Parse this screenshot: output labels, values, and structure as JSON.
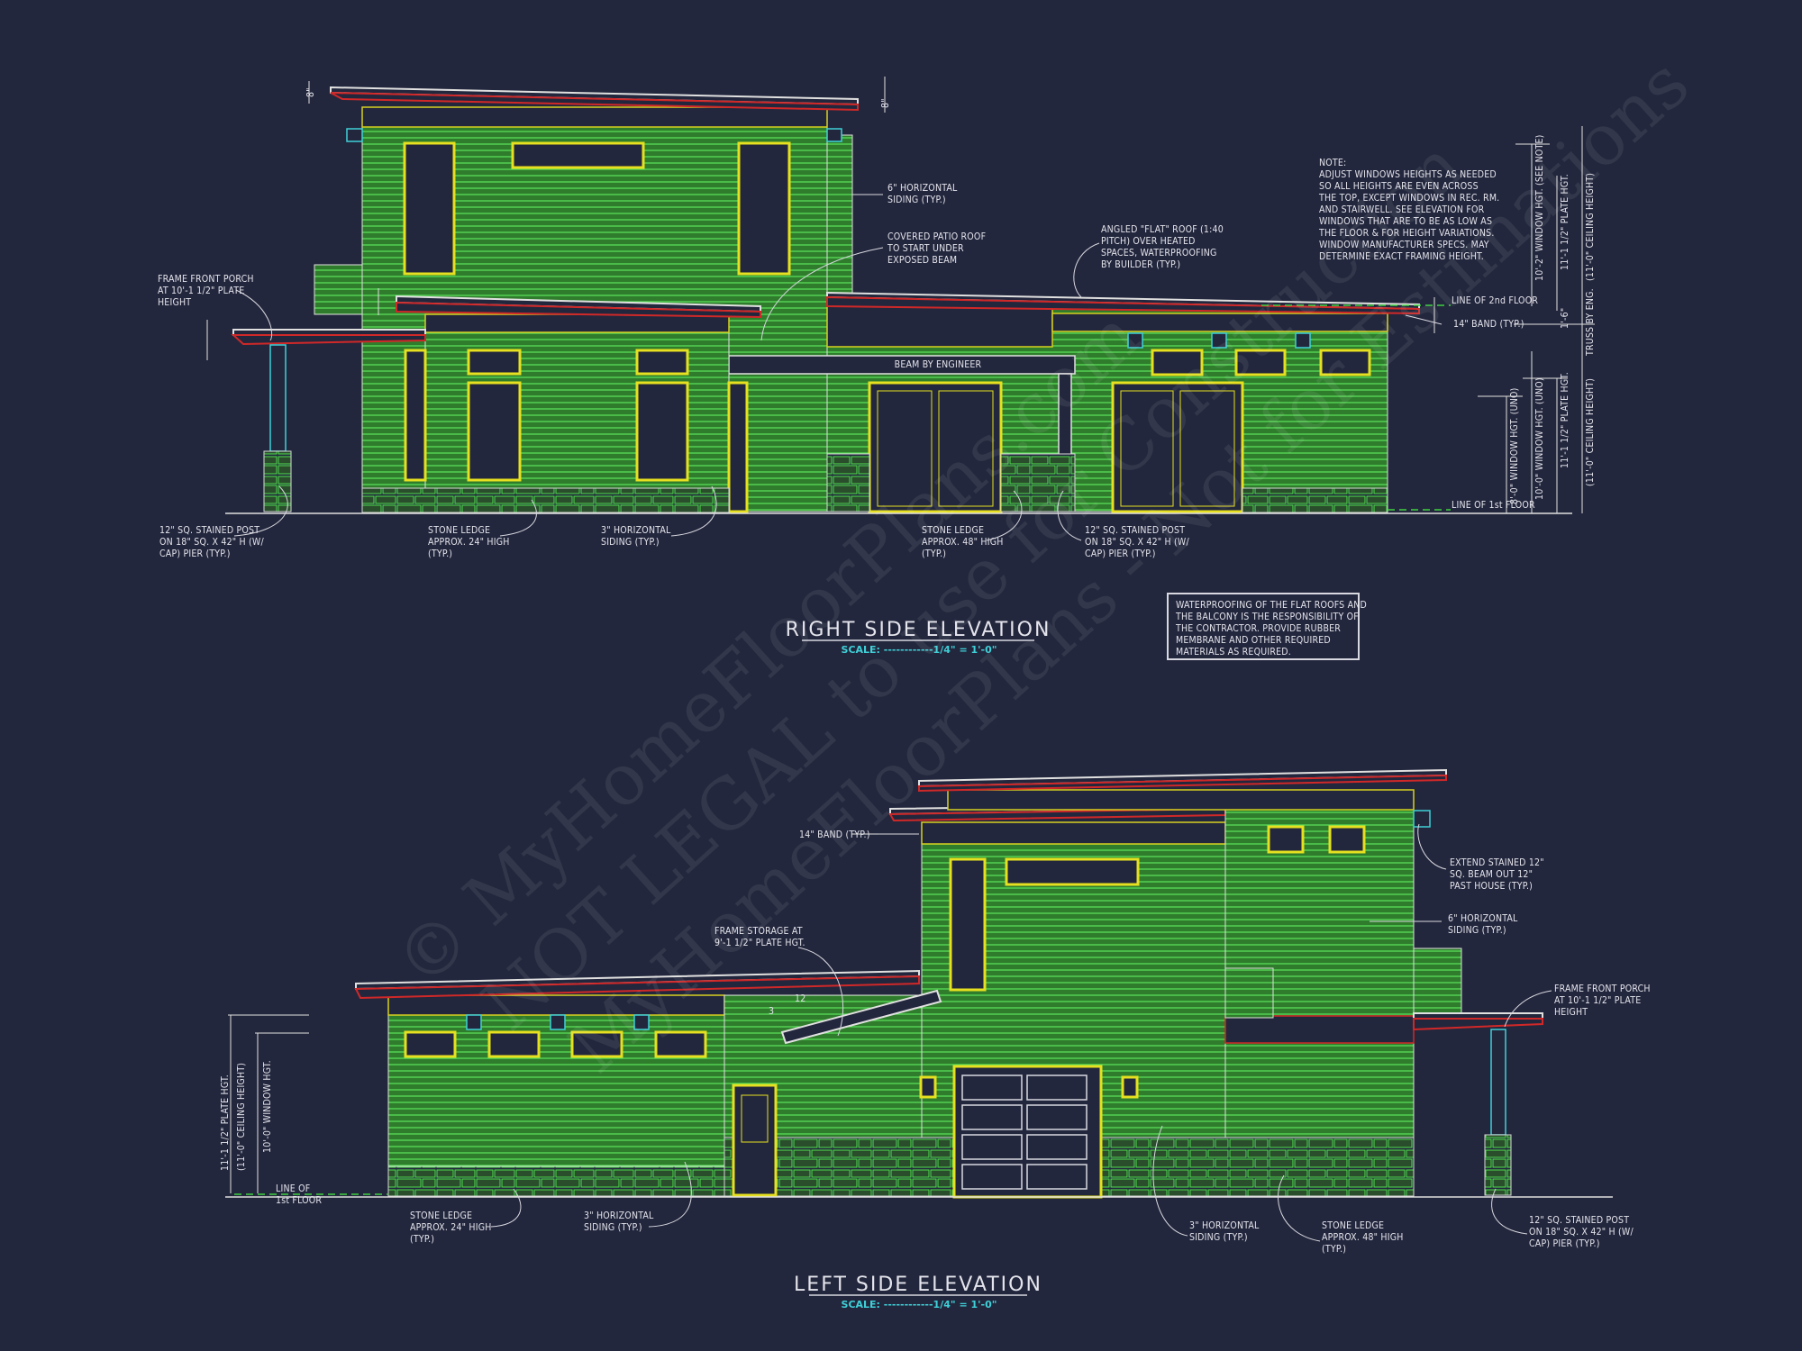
{
  "watermark": {
    "lines": [
      "© MyHomeFloorPlans.com",
      "NOT LEGAL to use for Construction",
      "MyHomeFloorPlans - Not for Estimations"
    ]
  },
  "colors": {
    "background": "#23273d",
    "siding": "#2f7d2c",
    "siding_line": "#5be05a",
    "window": "#e6e020",
    "fascia": "#d02828",
    "post": "#3fd0d8",
    "text": "#e4e4ec",
    "scale_text": "#3fd0d8"
  },
  "right_elevation": {
    "title": "RIGHT SIDE ELEVATION",
    "scale": "SCALE: ------------1/4\" = 1'-0\"",
    "beam_label": "BEAM BY ENGINEER",
    "labels": {
      "siding6": [
        "6\" HORIZONTAL",
        "SIDING (TYP.)"
      ],
      "patio_roof": [
        "COVERED PATIO ROOF",
        "TO START UNDER",
        "EXPOSED BEAM"
      ],
      "flat_roof": [
        "ANGLED \"FLAT\" ROOF (1:40",
        "PITCH) OVER HEATED",
        "SPACES, WATERPROOFING",
        "BY BUILDER (TYP.)"
      ],
      "porch": [
        "FRAME FRONT PORCH",
        "AT 10'-1 1/2\" PLATE",
        "HEIGHT"
      ],
      "post_left": [
        "12\" SQ. STAINED POST",
        "ON 18\" SQ. X 42\" H (W/",
        "CAP) PIER (TYP.)"
      ],
      "stone24": [
        "STONE LEDGE",
        "APPROX. 24\" HIGH",
        "(TYP.)"
      ],
      "siding3": [
        "3\" HORIZONTAL",
        "SIDING (TYP.)"
      ],
      "stone48": [
        "STONE LEDGE",
        "APPROX. 48\" HIGH",
        "(TYP.)"
      ],
      "post_right": [
        "12\" SQ. STAINED POST",
        "ON 18\" SQ. X 42\" H (W/",
        "CAP) PIER (TYP.)"
      ],
      "note": [
        "NOTE:",
        "ADJUST WINDOWS HEIGHTS AS NEEDED",
        "SO ALL HEIGHTS ARE EVEN ACROSS",
        "THE TOP, EXCEPT WINDOWS IN REC. RM.",
        "AND STAIRWELL. SEE ELEVATION FOR",
        "WINDOWS THAT ARE TO BE AS LOW AS",
        "THE FLOOR & FOR HEIGHT VARIATIONS.",
        "WINDOW MANUFACTURER SPECS. MAY",
        "DETERMINE EXACT FRAMING HEIGHT."
      ],
      "line2nd": [
        "LINE OF 2nd FLOOR"
      ],
      "band14": [
        "14\" BAND (TYP.)"
      ],
      "line1st": [
        "LINE OF 1st FLOOR"
      ]
    },
    "dims": {
      "win_up": "10'-2\" WINDOW HGT. (SEE NOTE)",
      "plate_up": "11'-1 1/2\" PLATE HGT.",
      "ceil_up": "(11'-0\" CEILING HEIGHT)",
      "truss": "TRUSS BY ENG.",
      "band": "1'-6\"",
      "win8": "8'-0\" WINDOW HGT. (UNO)",
      "win10": "10'-0\" WINDOW HGT. (UNO)",
      "plate_lo": "11'-1 1/2\" PLATE HGT.",
      "ceil_lo": "(11'-0\" CEILING HEIGHT)",
      "eave_a": "8\"",
      "eave_b": "8\""
    },
    "waterproofing_note": [
      "WATERPROOFING OF THE FLAT ROOFS AND",
      "THE BALCONY IS THE RESPONSIBILITY OF",
      "THE CONTRACTOR. PROVIDE RUBBER",
      "MEMBRANE AND OTHER REQUIRED",
      "MATERIALS AS REQUIRED."
    ]
  },
  "left_elevation": {
    "title": "LEFT SIDE ELEVATION",
    "scale": "SCALE: ------------1/4\" = 1'-0\"",
    "pitch": [
      "12",
      "3"
    ],
    "labels": {
      "band14": [
        "14\" BAND (TYP.)"
      ],
      "storage": [
        "FRAME STORAGE AT",
        "9'-1 1/2\" PLATE HGT."
      ],
      "beam": [
        "EXTEND STAINED 12\"",
        "SQ. BEAM OUT 12\"",
        "PAST HOUSE (TYP.)"
      ],
      "siding6": [
        "6\" HORIZONTAL",
        "SIDING (TYP.)"
      ],
      "porch": [
        "FRAME FRONT PORCH",
        "AT 10'-1 1/2\" PLATE",
        "HEIGHT"
      ],
      "stone24": [
        "STONE LEDGE",
        "APPROX. 24\" HIGH",
        "(TYP.)"
      ],
      "siding3a": [
        "3\" HORIZONTAL",
        "SIDING (TYP.)"
      ],
      "siding3b": [
        "3\" HORIZONTAL",
        "SIDING (TYP.)"
      ],
      "stone48": [
        "STONE LEDGE",
        "APPROX. 48\" HIGH",
        "(TYP.)"
      ],
      "post": [
        "12\" SQ. STAINED POST",
        "ON 18\" SQ. X 42\" H (W/",
        "CAP) PIER (TYP.)"
      ],
      "line1st": [
        "LINE OF",
        "1st FLOOR"
      ]
    },
    "dims": {
      "plate": "11'-1 1/2\" PLATE HGT.",
      "ceil": "(11'-0\" CEILING HEIGHT)",
      "win": "10'-0\" WINDOW HGT."
    }
  }
}
